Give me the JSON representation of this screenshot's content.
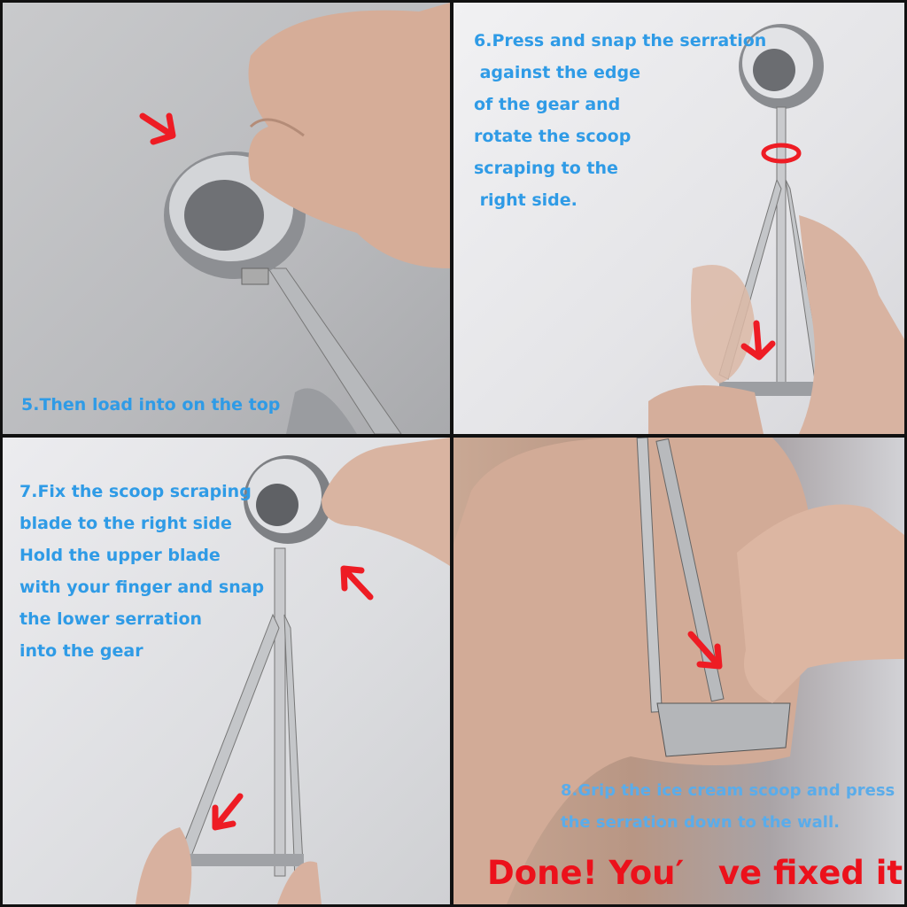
{
  "panels": {
    "step5": {
      "caption": "5.Then load into on the top"
    },
    "step6": {
      "lines": [
        "6.Press and snap the serration",
        " against the edge",
        "of the gear and",
        "rotate the scoop",
        "scraping to the",
        " right side."
      ]
    },
    "step7": {
      "lines": [
        "7.Fix the scoop scraping",
        "blade to the right side",
        "Hold the upper blade",
        "with your finger and snap",
        "the lower serration",
        "into the gear"
      ]
    },
    "step8": {
      "lines": [
        "8.Grip the ice cream scoop and press",
        "the serration down to the wall."
      ],
      "done": "Done! You′   ve fixed it!"
    }
  },
  "colors": {
    "caption_blue": "#2f9be6",
    "arrow_red": "#ee1c24",
    "done_red": "#ec111b"
  },
  "icons": [
    "arrow-icon",
    "rotate-arrow-icon"
  ]
}
